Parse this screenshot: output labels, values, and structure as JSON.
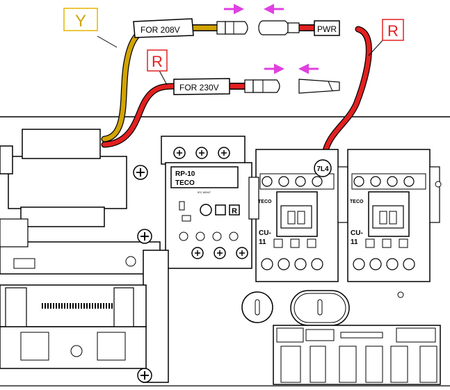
{
  "colors": {
    "yellow_wire": "#d2a400",
    "red_wire": "#e22020",
    "arrow": "#e040e0",
    "yellow_box": "#e8b400",
    "red_box": "#e22020",
    "line": "#000000"
  },
  "wire_labels": {
    "yellow": "Y",
    "red_upper": "R",
    "red_lower": "R"
  },
  "wire_tags": {
    "for_208": "FOR 208V",
    "for_230": "FOR 230V",
    "pwr": "PWR"
  },
  "relay": {
    "model": "RP-10",
    "brand": "TECO",
    "small_text": "IEC 60947"
  },
  "contactor_left": {
    "brand": "TECO",
    "model_line1": "CU-",
    "model_line2": "11",
    "terminal_label": "7L4"
  },
  "contactor_right": {
    "brand": "TECO",
    "model_line1": "CU-",
    "model_line2": "11"
  },
  "icons": {
    "arrows": "push-arrow-icon",
    "screws": "screw-icon"
  }
}
